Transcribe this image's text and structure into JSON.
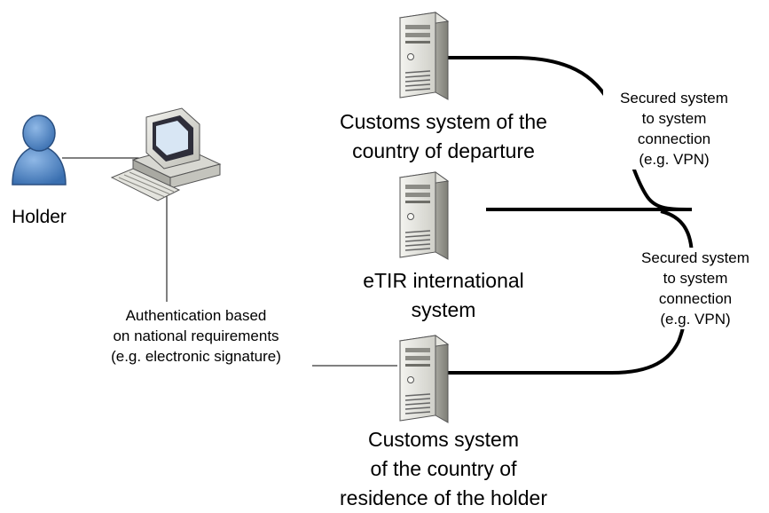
{
  "holder": {
    "label": "Holder"
  },
  "authentication": {
    "line1": "Authentication based",
    "line2": "on national requirements",
    "line3": "(e.g. electronic signature)"
  },
  "departure_server": {
    "line1": "Customs system of the",
    "line2": "country of departure"
  },
  "etir_server": {
    "line1": "eTIR international",
    "line2": "system"
  },
  "residence_server": {
    "line1": "Customs system",
    "line2": "of the country of",
    "line3": "residence of the holder"
  },
  "connection_top": {
    "line1": "Secured system",
    "line2": "to system",
    "line3": "connection",
    "line4": "(e.g. VPN)"
  },
  "connection_bottom": {
    "line1": "Secured system",
    "line2": "to system",
    "line3": "connection",
    "line4": "(e.g. VPN)"
  },
  "icons": {
    "holder": "person-icon",
    "workstation": "computer-icon",
    "server": "server-tower-icon"
  },
  "colors": {
    "person_fill": "#4f86c6",
    "person_stroke": "#2a4f80",
    "server_body": "#dcdcd6",
    "line": "#000000"
  }
}
